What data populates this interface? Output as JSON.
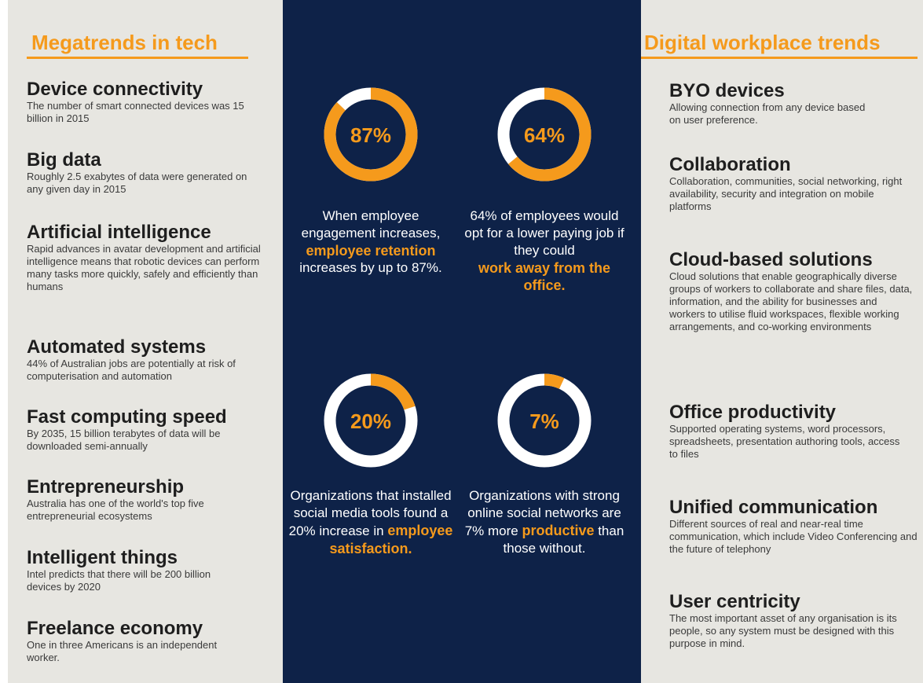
{
  "left": {
    "title": "Megatrends in tech",
    "items": [
      {
        "title": "Device connectivity",
        "desc": "The number of smart connected devices was 15 billion in 2015"
      },
      {
        "title": "Big data",
        "desc": "Roughly 2.5 exabytes of data were generated on any given day in 2015"
      },
      {
        "title": "Artificial intelligence",
        "desc": "Rapid advances in avatar development and artificial intelligence means that robotic devices can perform many tasks more quickly, safely and efficiently than humans"
      },
      {
        "title": "Automated systems",
        "desc": "44% of Australian jobs are potentially at risk of computerisation and automation"
      },
      {
        "title": "Fast computing speed",
        "desc": "By 2035, 15 billion terabytes of data will be downloaded semi-annually"
      },
      {
        "title": "Entrepreneurship",
        "desc": "Australia has one of the world's top five entrepreneurial ecosystems"
      },
      {
        "title": "Intelligent things",
        "desc": "Intel predicts that there will be 200 billion devices by 2020"
      },
      {
        "title": "Freelance economy",
        "desc": "One in three Americans  is an independent worker."
      }
    ]
  },
  "stats": [
    {
      "percent": 87,
      "label": "87%",
      "pre": "When employee engagement increases,",
      "highlight": "employee retention",
      "post": "increases by up to 87%."
    },
    {
      "percent": 64,
      "label": "64%",
      "pre": "64% of employees would opt for a lower paying job if they could",
      "highlight": "work away from the office.",
      "post": ""
    },
    {
      "percent": 20,
      "label": "20%",
      "pre": "Organizations that installed social media tools found a 20% increase in",
      "highlight": "employee satisfaction",
      "post": "."
    },
    {
      "percent": 7,
      "label": "7%",
      "pre": "Organizations with strong online social networks are 7% more",
      "highlight": "productive",
      "post": "than those without."
    }
  ],
  "right": {
    "title": "Digital workplace trends",
    "items": [
      {
        "title": "BYO devices",
        "desc": "Allowing connection from any device based on user preference."
      },
      {
        "title": "Collaboration",
        "desc": "Collaboration, communities, social networking, right availability, security and integration on mobile platforms"
      },
      {
        "title": "Cloud-based solutions",
        "desc": "Cloud solutions that enable geographically diverse groups of workers to collaborate and share files, data, information, and the ability for businesses and workers to utilise fluid workspaces, flexible working arrangements, and co-working environments"
      },
      {
        "title": "Office productivity",
        "desc": "Supported operating systems, word processors, spreadsheets, presentation authoring tools, access to files"
      },
      {
        "title": "Unified communication",
        "desc": "Different sources of real and near-real time communication, which include Video Conferencing and the future of telephony"
      },
      {
        "title": "User centricity",
        "desc": "The most important asset of any organisation is its people, so any system must be designed with this purpose in mind."
      }
    ]
  },
  "colors": {
    "accent": "#f59a1c",
    "navy": "#0e2248",
    "panel": "#e7e6e1"
  }
}
